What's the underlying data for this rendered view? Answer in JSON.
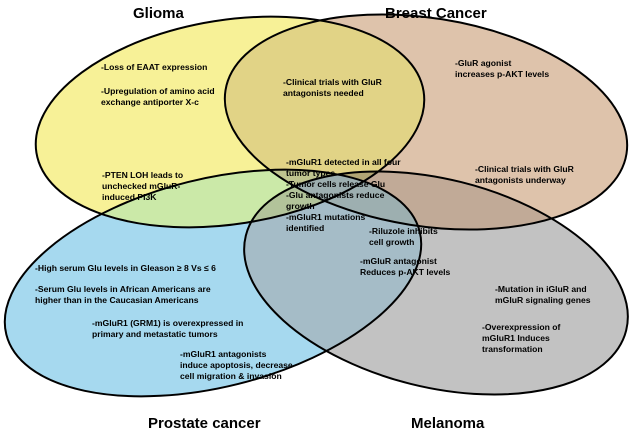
{
  "diagram": {
    "sets": [
      {
        "id": "glioma",
        "title": "Glioma",
        "color": "#f7f197"
      },
      {
        "id": "breast",
        "title": "Breast Cancer",
        "color": "#dec3ab"
      },
      {
        "id": "prostate",
        "title": "Prostate cancer",
        "color": "#a6d9ef"
      },
      {
        "id": "melanoma",
        "title": "Melanoma",
        "color": "#c2c2c2"
      }
    ],
    "regions": {
      "glioma_only": {
        "item1": "-Loss of EAAT expression",
        "item2": [
          "-Upregulation of amino acid",
          "exchange antiporter X-c"
        ]
      },
      "glioma_breast": [
        "-Clinical trials with GluR",
        "antagonists needed"
      ],
      "breast_only": [
        "-GluR agonist",
        "increases p-AKT levels"
      ],
      "glioma_prostate": [
        "-PTEN LOH leads to",
        "unchecked mGluR-",
        "induced PI3K"
      ],
      "all_four": [
        "-mGluR1 detected in all four",
        "tumor types",
        "-Tumor cells release Glu",
        "-Glu antagonists  reduce",
        "growth",
        "-mGluR1 mutations",
        "identified"
      ],
      "breast_melanoma": [
        "-Clinical trials with GluR",
        "antagonists underway"
      ],
      "prostate_melanoma_riluzole": [
        "-Riluzole inhibits",
        "cell growth"
      ],
      "prostate_melanoma_mglur": [
        "-mGluR antagonist",
        "Reduces p-AKT levels"
      ],
      "prostate_only": {
        "item1": "-High serum  Glu levels in Gleason ≥  8 Vs ≤ 6",
        "item2": [
          "-Serum Glu levels in African Americans are",
          "higher than in the Caucasian Americans"
        ],
        "item3": [
          "-mGluR1  (GRM1) is overexpressed in",
          "primary and metastatic  tumors"
        ],
        "item4": [
          "-mGluR1 antagonists",
          "induce apoptosis, decrease",
          "cell  migration & invasion"
        ]
      },
      "melanoma_only": {
        "item1": [
          "-Mutation in iGluR and",
          "mGluR signaling genes"
        ],
        "item2": [
          "-Overexpression of",
          "mGluR1 Induces",
          "transformation"
        ]
      }
    }
  }
}
